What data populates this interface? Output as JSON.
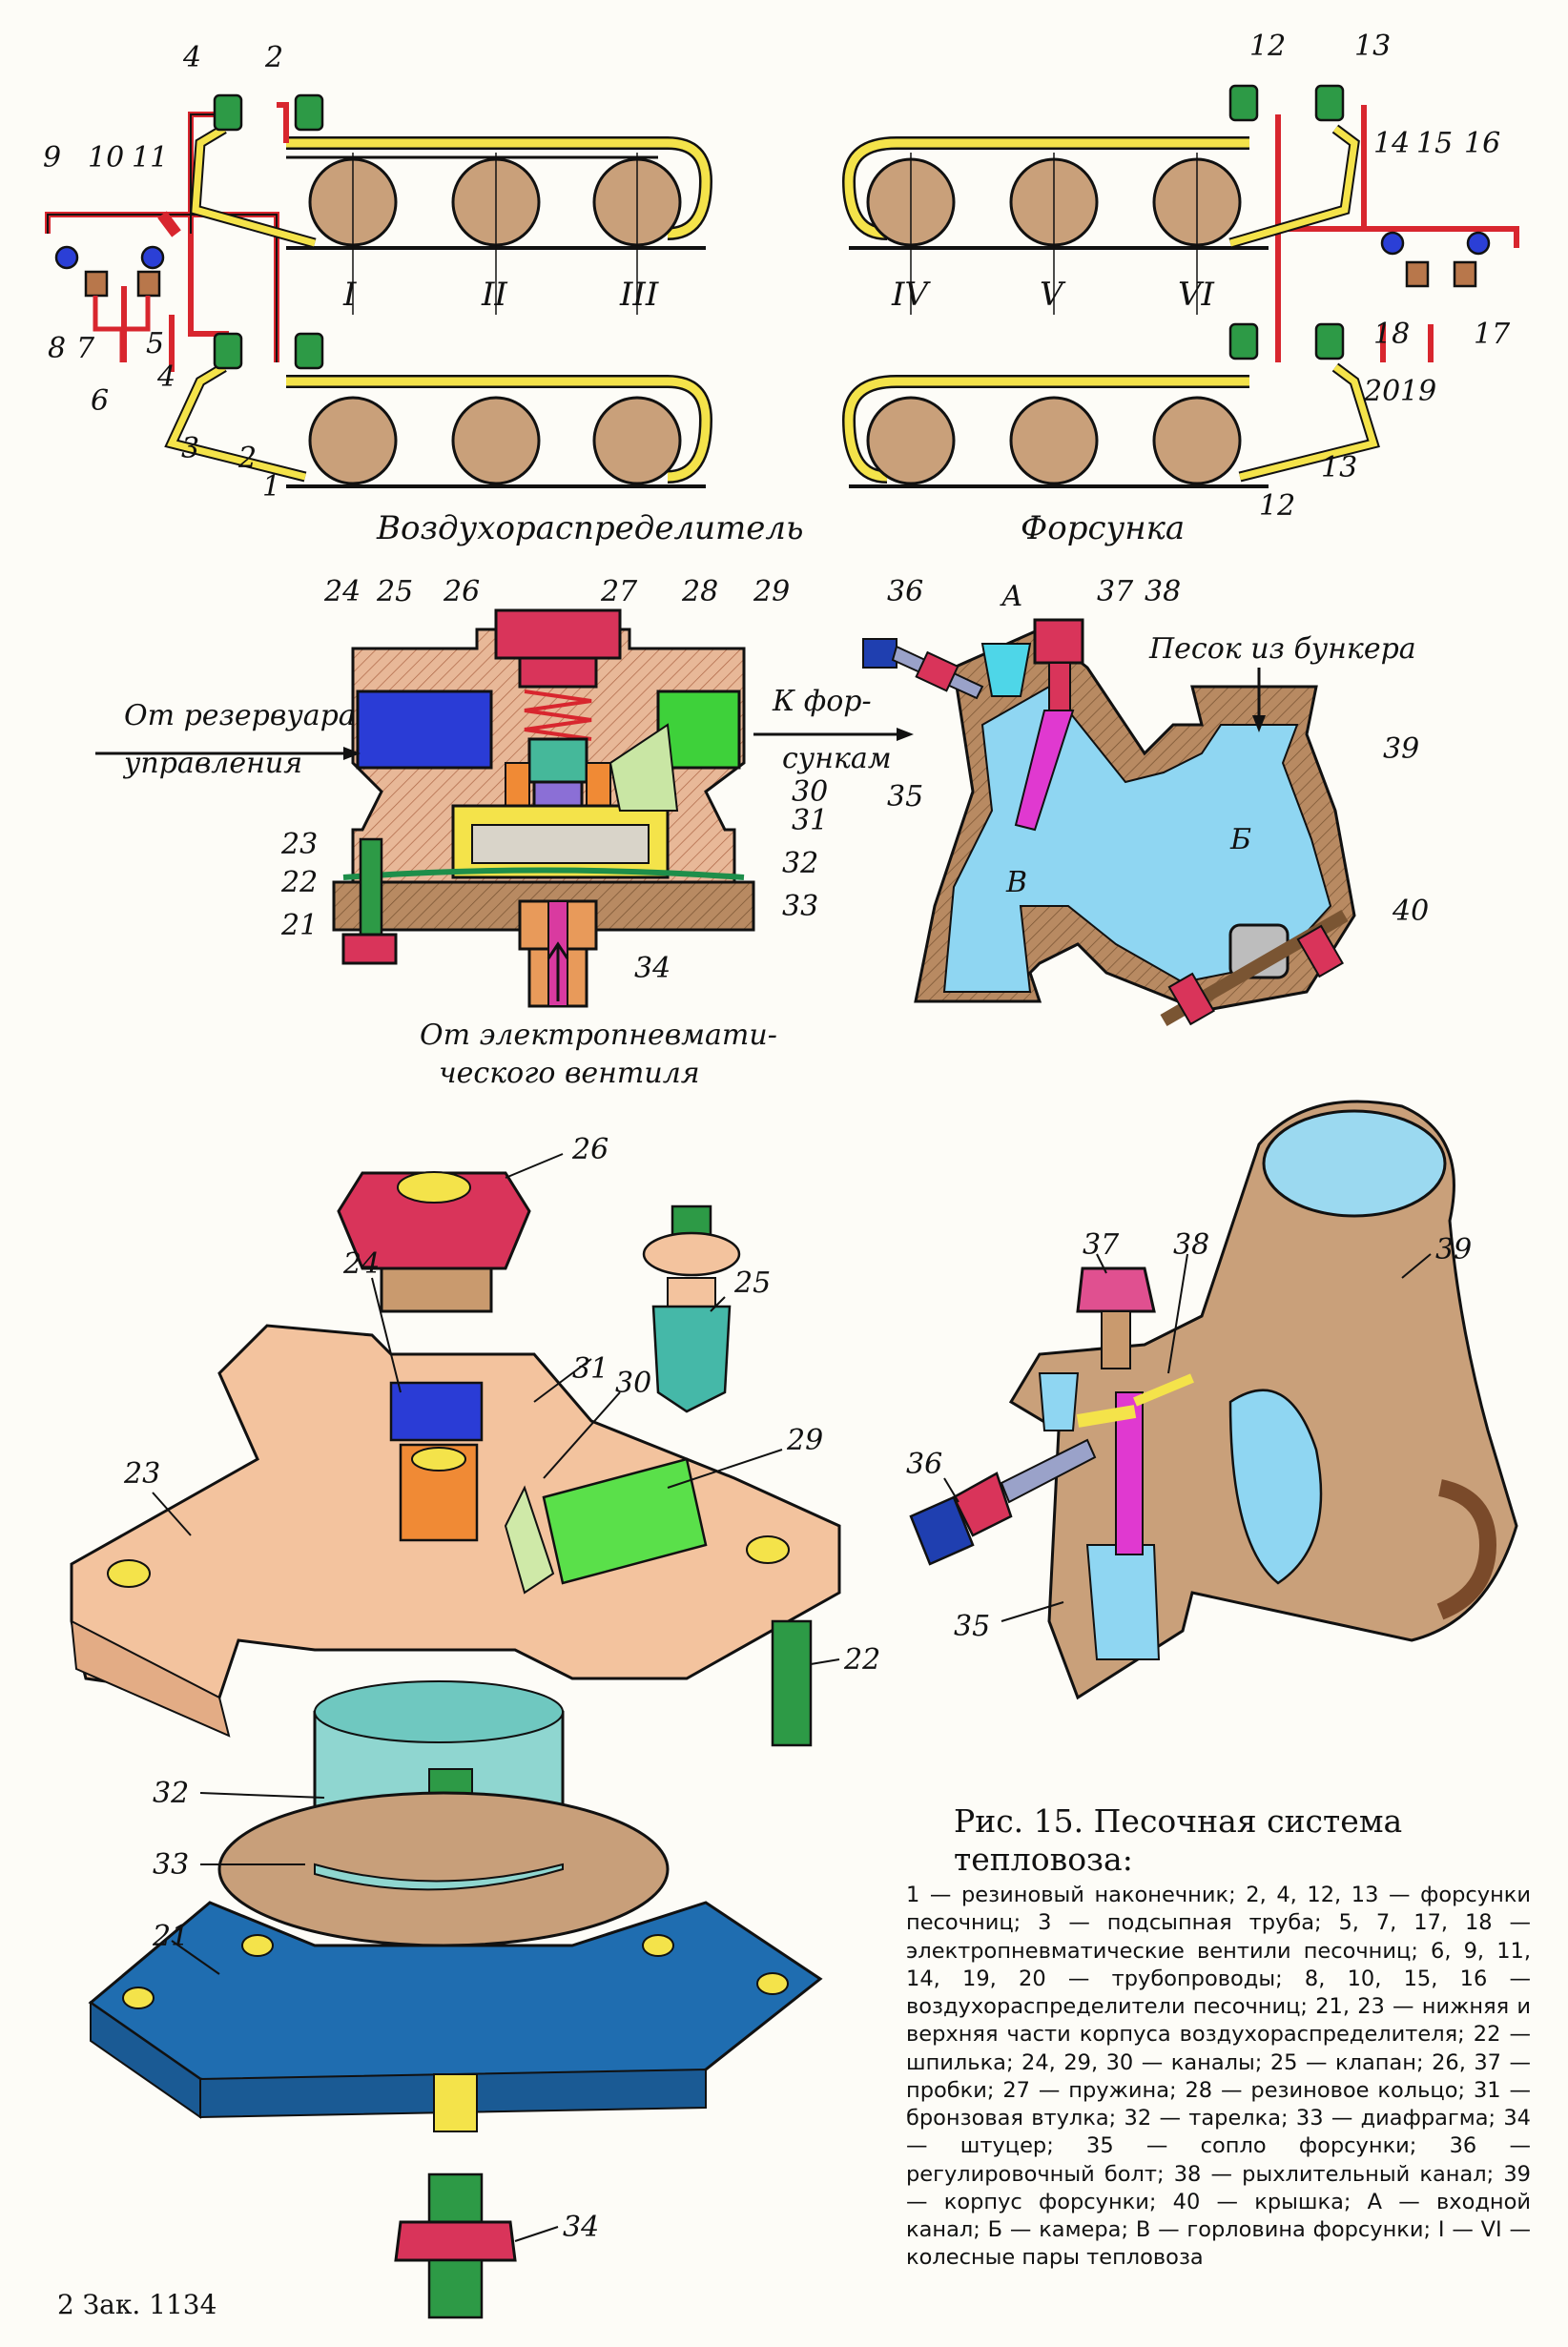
{
  "title": "Рис. 15. Песочная система тепловоза:",
  "legend": "1 — резиновый наконечник; 2, 4, 12, 13 — форсунки песочниц; 3 — подсыпная труба; 5, 7, 17, 18 — электропневматические вентили песочниц; 6, 9, 11, 14, 19, 20 — трубопроводы; 8, 10, 15, 16 — воздухораспределители песочниц; 21, 23 — нижняя и верхняя части корпуса воздухораспределителя; 22 — шпилька; 24, 29, 30 — каналы; 25 — клапан; 26, 37 — пробки; 27 — пружина; 28 — резиновое кольцо; 31 — бронзовая втулка; 32 — тарелка; 33 — диафрагма; 34 — штуцер; 35 — сопло форсунки; 36 — регулировочный болт; 38 — рыхлительный канал; 39 — корпус форсунки; 40 — крышка; А — входной канал; Б — камера; В — горловина форсунки; I — VI — колесные пары тепловоза",
  "footer": "2 Зак. 1134",
  "labels": {
    "vozdukhoraspredelitel": "Воздухораспределитель",
    "forsunka": "Форсунка",
    "ot_rezervuara_1": "От резервуара",
    "ot_rezervuara_2": "управления",
    "k_forsunkam_1": "К фор-",
    "k_forsunkam_2": "сункам",
    "ot_elektro_1": "От электропневмати-",
    "ot_elektro_2": "ческого вентиля",
    "pesok_iz_bunkera": "Песок из бункера",
    "A": "А",
    "B_chamber": "Б",
    "V_throat": "В"
  },
  "wheels": [
    "I",
    "II",
    "III",
    "IV",
    "V",
    "VI"
  ],
  "numbers": {
    "n1": "1",
    "n2": "2",
    "n3": "3",
    "n4": "4",
    "n5": "5",
    "n6": "6",
    "n7": "7",
    "n8": "8",
    "n9": "9",
    "n10": "10",
    "n11": "11",
    "n12": "12",
    "n13": "13",
    "n14": "14",
    "n15": "15",
    "n16": "16",
    "n17": "17",
    "n18": "18",
    "n19": "19",
    "n20": "20",
    "n21": "21",
    "n22": "22",
    "n23": "23",
    "n24": "24",
    "n25": "25",
    "n26": "26",
    "n27": "27",
    "n28": "28",
    "n29": "29",
    "n30": "30",
    "n31": "31",
    "n32": "32",
    "n33": "33",
    "n34": "34",
    "n35": "35",
    "n36": "36",
    "n37": "37",
    "n38": "38",
    "n39": "39",
    "n40": "40"
  }
}
